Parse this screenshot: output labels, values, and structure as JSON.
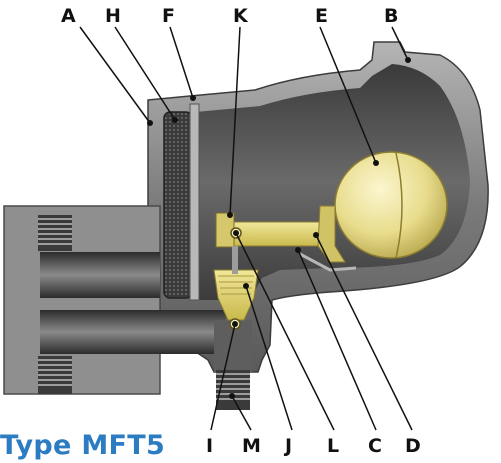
{
  "caption": "Type MFT5",
  "caption_color": "#2b7cc2",
  "callouts": {
    "A": "A",
    "H": "H",
    "F": "F",
    "K": "K",
    "E": "E",
    "B": "B",
    "I": "I",
    "M": "M",
    "J": "J",
    "L": "L",
    "C": "C",
    "D": "D"
  },
  "colors": {
    "body_dark": "#4a4a4a",
    "body_light": "#9a9a9a",
    "cavity": "#5c5c5c",
    "brass": "#e3d66a",
    "float": "#ece3a0"
  }
}
